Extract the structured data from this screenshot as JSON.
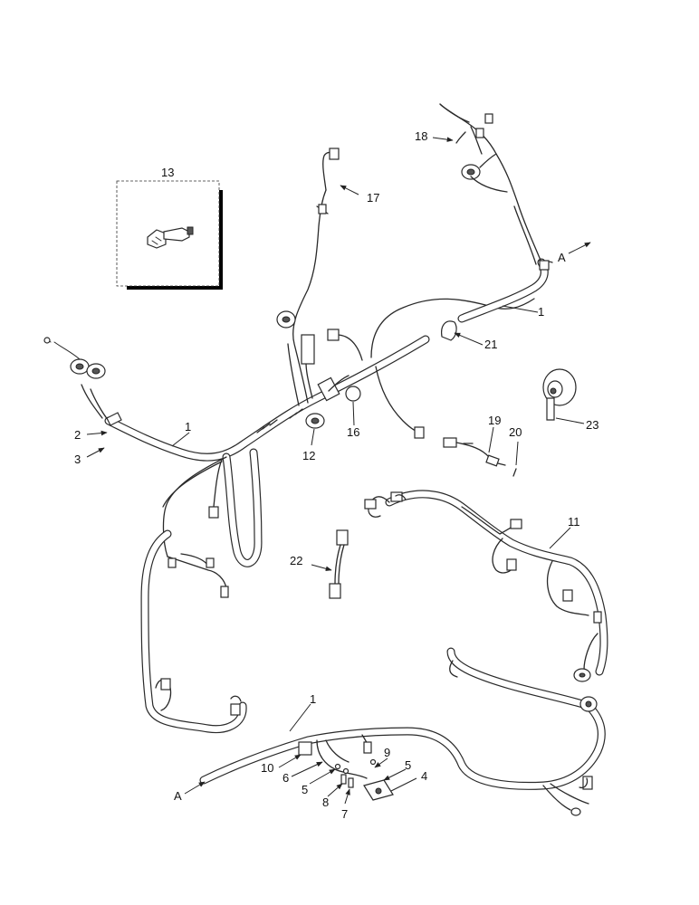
{
  "callouts": {
    "c1a": "1",
    "c1b": "1",
    "c1c": "1",
    "c2": "2",
    "c3": "3",
    "c4": "4",
    "c5a": "5",
    "c5b": "5",
    "c6": "6",
    "c7": "7",
    "c8": "8",
    "c9": "9",
    "c10": "10",
    "c11": "11",
    "c12": "12",
    "c13": "13",
    "c16": "16",
    "c17": "17",
    "c18": "18",
    "c19": "19",
    "c20": "20",
    "c21": "21",
    "c22": "22",
    "c23": "23",
    "refA1": "A",
    "refA2": "A"
  }
}
